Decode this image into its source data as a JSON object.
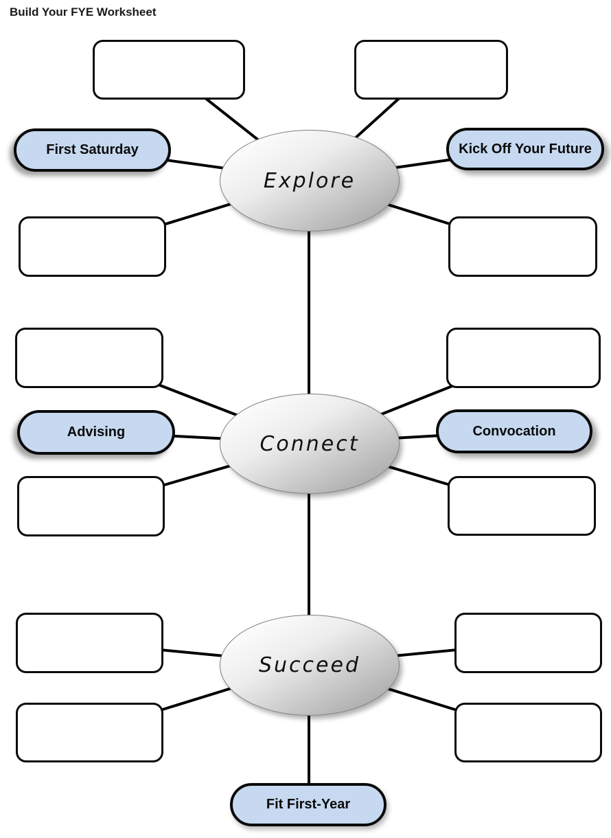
{
  "title": "Build Your FYE Worksheet",
  "sections": {
    "explore": {
      "hub": "Explore",
      "left_pill": "First Saturday",
      "right_pill": "Kick Off Your Future"
    },
    "connect": {
      "hub": "Connect",
      "left_pill": "Advising",
      "right_pill": "Convocation"
    },
    "succeed": {
      "hub": "Succeed",
      "bottom_pill": "Fit First-Year"
    }
  },
  "colors": {
    "pill_fill": "#c6d9f0",
    "pill_border": "#0a0a0a",
    "hub_fill_light": "#ffffff",
    "hub_fill_dark": "#9c9c9c",
    "hub_border": "#7f7f7f",
    "connector": "#000000",
    "box_fill": "#ffffff",
    "box_border": "#0a0a0a"
  }
}
